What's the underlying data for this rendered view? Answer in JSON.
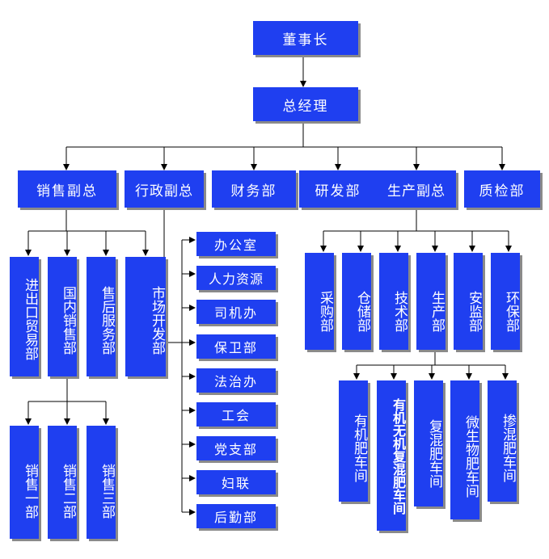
{
  "top": {
    "chairman": "董事长",
    "gm": "总经理"
  },
  "level2": {
    "sales_vp": "销售副总",
    "admin_vp": "行政副总",
    "finance": "财务部",
    "rnd": "研发部",
    "production_vp": "生产副总",
    "qc": "质检部"
  },
  "sales": {
    "import_export": "进出口贸易部",
    "domestic": "国内销售部",
    "after_sales": "售后服务部",
    "market_dev": "市场开发部",
    "domestic_sub": [
      "销售一部",
      "销售二部",
      "销售三部"
    ]
  },
  "admin": [
    "办公室",
    "人力资源",
    "司机办",
    "保卫部",
    "法治办",
    "工会",
    "党支部",
    "妇联",
    "后勤部"
  ],
  "production": {
    "procurement": "采购部",
    "warehouse": "仓储部",
    "technology": "技术部",
    "production": "生产部",
    "safety": "安监部",
    "environment": "环保部",
    "workshops": [
      "有机肥车间",
      "有机无机复混肥车间",
      "复混肥车间",
      "微生物肥车间",
      "掺混肥车间"
    ]
  },
  "colors": {
    "box": "#1f3ff0",
    "shadow": "#8a8a8a",
    "line": "#000000",
    "text": "#ffffff"
  }
}
